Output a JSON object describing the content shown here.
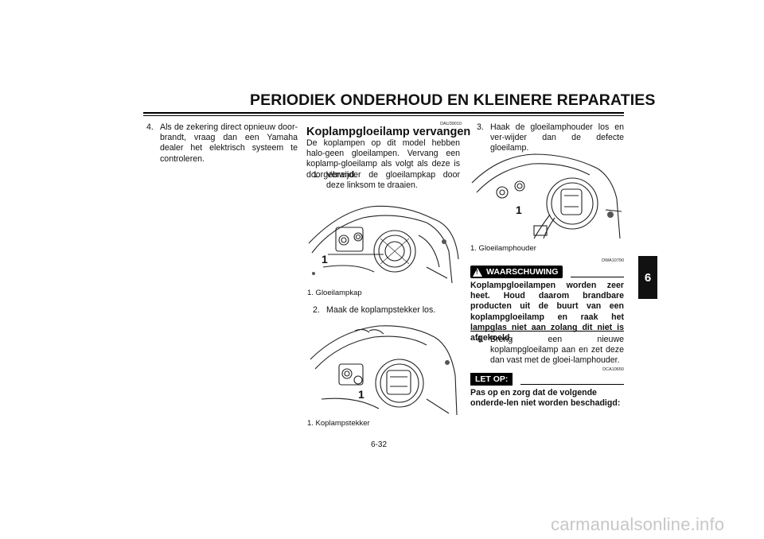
{
  "header": {
    "title": "PERIODIEK ONDERHOUD EN KLEINERE REPARATIES"
  },
  "chapter_tab": "6",
  "col1": {
    "step4_num": "4.",
    "step4_text": "Als de zekering direct opnieuw door-brandt, vraag dan een Yamaha dealer het elektrisch systeem te controleren."
  },
  "col2": {
    "code": "DAU39010",
    "heading": "Koplampgloeilamp vervangen",
    "intro": "De koplampen op dit model hebben halo-geen gloeilampen. Vervang een koplamp-gloeilamp als volgt als deze is doorgebrand.",
    "step1_num": "1.",
    "step1_text": "Verwijder de gloeilampkap door deze linksom te draaien.",
    "fig1_callout": "1",
    "fig1_caption": "1. Gloeilampkap",
    "step2_num": "2.",
    "step2_text": "Maak de koplampstekker los.",
    "fig2_callout": "1",
    "fig2_caption": "1. Koplampstekker"
  },
  "col3": {
    "step3_num": "3.",
    "step3_text": "Haak de gloeilamphouder los en ver-wijder dan de defecte gloeilamp.",
    "fig3_callout": "1",
    "fig3_caption": "1. Gloeilamphouder",
    "warning_label": "WAARSCHUWING",
    "warning_code": "DWA10790",
    "warning_text": "Koplampgloeilampen worden zeer heet. Houd daarom brandbare producten uit de buurt van een koplampgloeilamp en raak het lampglas niet aan zolang dit niet is afgekoeld.",
    "step4_num": "4.",
    "step4_text": "Breng een nieuwe koplampgloeilamp aan en zet deze dan vast met de gloei-lamphouder.",
    "note_code": "DCA10650",
    "note_label": "LET OP:",
    "note_text": "Pas op en zorg dat de volgende onderde-len niet worden beschadigd:"
  },
  "footer": {
    "page_number": "6-32",
    "watermark": "carmanualsonline.info"
  }
}
